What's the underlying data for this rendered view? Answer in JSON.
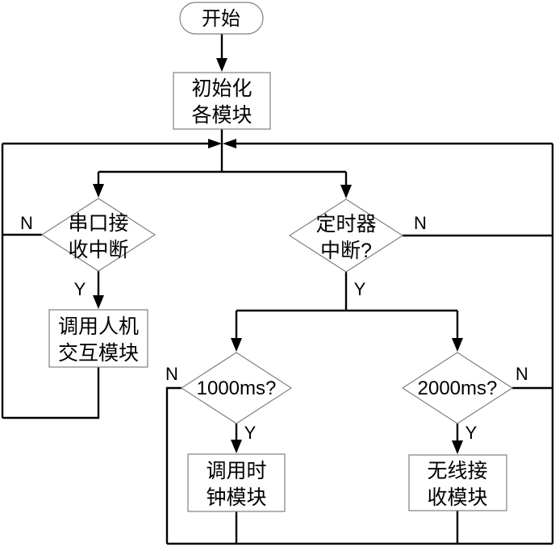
{
  "colors": {
    "background": "#ffffff",
    "connector": "#000000",
    "node_border": "#808080",
    "text": "#000000"
  },
  "nodes": {
    "start": {
      "type": "terminator",
      "label": "开始"
    },
    "init": {
      "type": "process",
      "line1": "初始化",
      "line2": "各模块"
    },
    "serial": {
      "type": "decision",
      "line1": "串口接",
      "line2": "收中断"
    },
    "timer": {
      "type": "decision",
      "line1": "定时器",
      "line2": "中断?"
    },
    "hmi": {
      "type": "process",
      "line1": "调用人机",
      "line2": "交互模块"
    },
    "check1000": {
      "type": "decision",
      "label": "1000ms?"
    },
    "check2000": {
      "type": "decision",
      "label": "2000ms?"
    },
    "clock": {
      "type": "process",
      "line1": "调用时",
      "line2": "钟模块"
    },
    "wireless": {
      "type": "process",
      "line1": "无线接",
      "line2": "收模块"
    }
  },
  "branches": {
    "serial_n": "N",
    "serial_y": "Y",
    "timer_n": "N",
    "timer_y": "Y",
    "check1000_n": "N",
    "check1000_y": "Y",
    "check2000_n": "N",
    "check2000_y": "Y"
  }
}
